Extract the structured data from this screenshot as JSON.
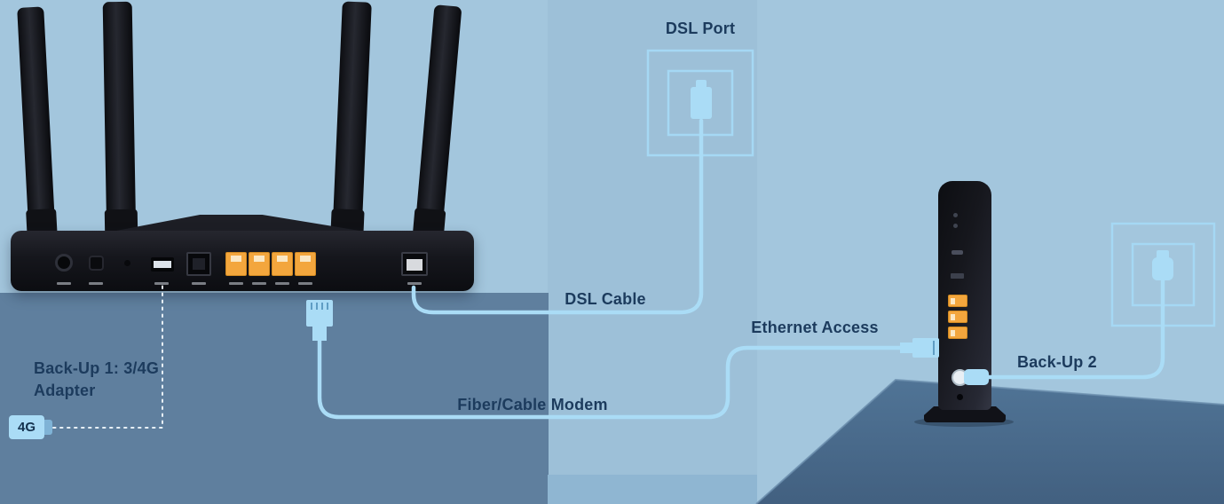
{
  "diagram": {
    "labels": {
      "dsl_port": "DSL Port",
      "dsl_cable": "DSL Cable",
      "ethernet_access": "Ethernet Access",
      "fiber_cable_modem": "Fiber/Cable Modem",
      "backup1_line1": "Back-Up 1: 3/4G",
      "backup1_line2": "Adapter",
      "backup2": "Back-Up 2",
      "adapter_4g": "4G"
    },
    "colors": {
      "background": "#a3c6dd",
      "background_band": "#9dc0d8",
      "background_dark": "#5f7f9e",
      "background_strip": "#8fb6d2",
      "table_top": "#507496",
      "table_bottom": "#426080",
      "cable": "#aadcf6",
      "outlet_border": "#a5d8f4",
      "label_text": "#1c3b5d",
      "port_orange": "#f3a63d",
      "device_black": "#17181d",
      "dotted_line": "#e8f1f8"
    },
    "devices": {
      "router": "wifi-router-rear-view",
      "modem": "dsl-modem-tower",
      "adapter": "4g-usb-adapter"
    }
  }
}
